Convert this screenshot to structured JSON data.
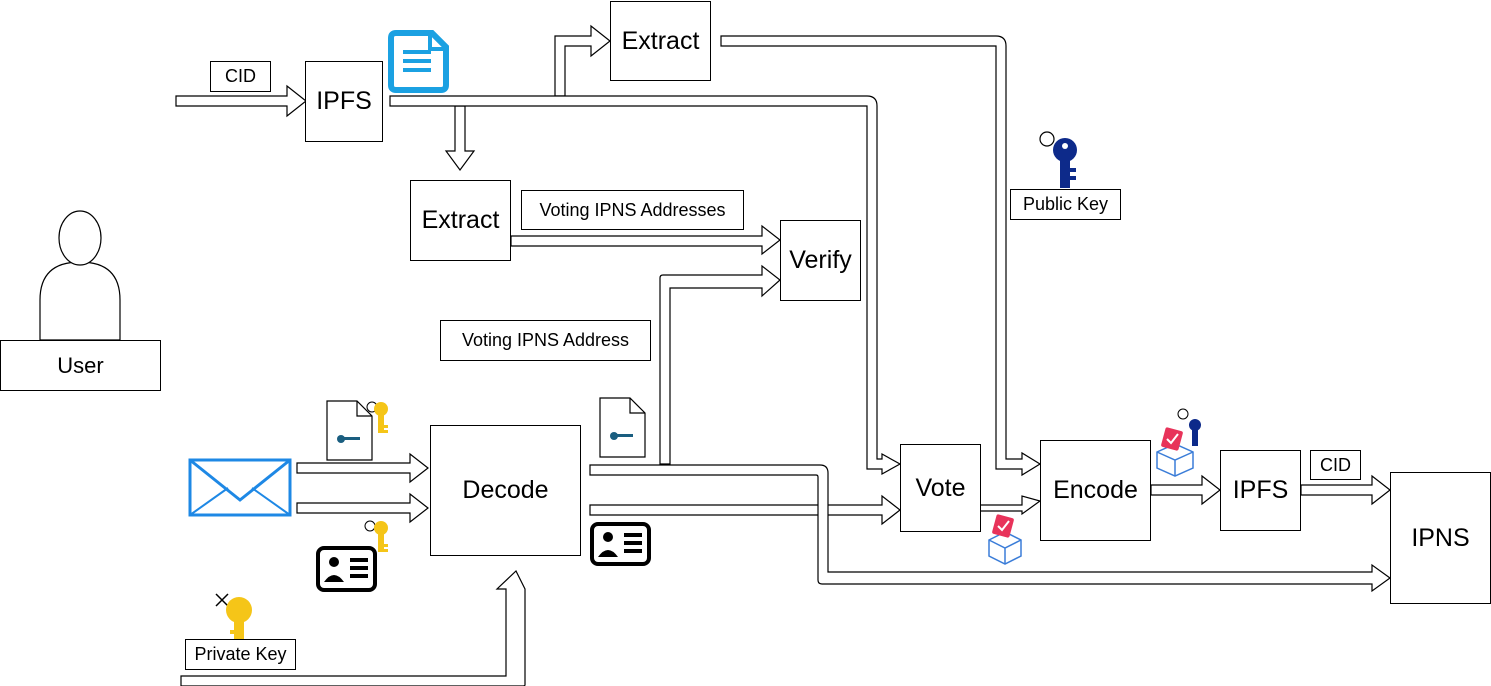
{
  "nodes": {
    "ipfs_top": "IPFS",
    "extract_top": "Extract",
    "extract_mid": "Extract",
    "verify": "Verify",
    "decode": "Decode",
    "vote": "Vote",
    "encode": "Encode",
    "ipfs_bottom": "IPFS",
    "ipns": "IPNS",
    "user": "User"
  },
  "labels": {
    "cid_top": "CID",
    "cid_bottom": "CID",
    "voting_ipns_addresses": "Voting IPNS Addresses",
    "voting_ipns_address": "Voting IPNS Address",
    "public_key": "Public Key",
    "private_key": "Private Key"
  },
  "colors": {
    "document_icon": "#1BA1E2",
    "email_icon": "#1E88E5",
    "gold_key": "#F5C518",
    "navy_key": "#0D2A8A",
    "ballot_check": "#E8335A",
    "ballot_box": "#3B7DD8"
  },
  "icons": [
    "document-icon",
    "email-icon",
    "gold-key-icon",
    "navy-key-icon",
    "id-card-icon",
    "ballot-box-icon",
    "cross-icon"
  ]
}
